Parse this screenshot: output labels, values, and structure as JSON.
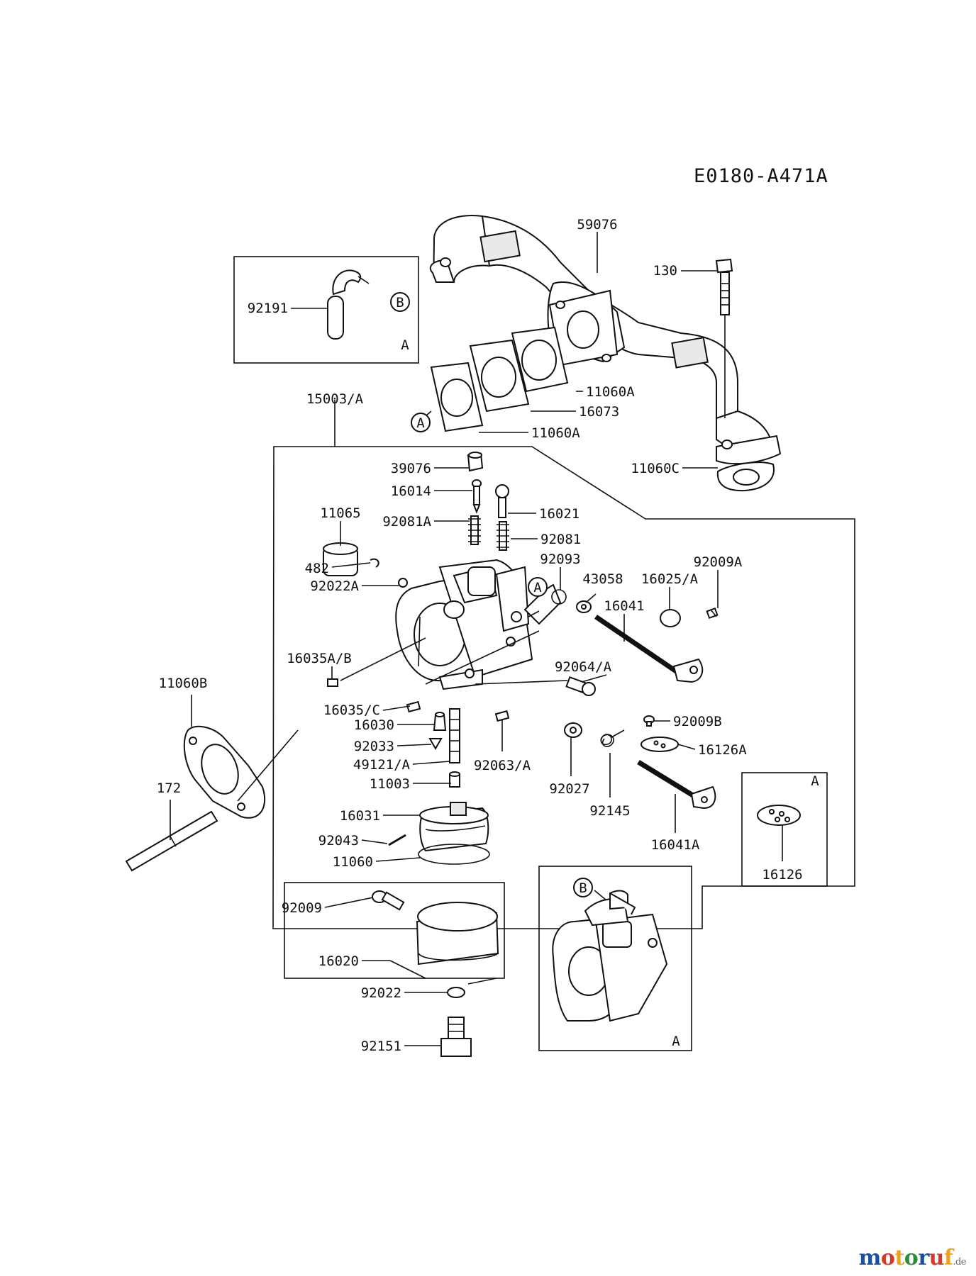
{
  "diagram_code": "E0180-A471A",
  "watermark": {
    "text": "motoruf",
    "suffix": ".de",
    "colors": [
      "#1f4e9c",
      "#d43a2a",
      "#f0a020",
      "#2e8b3a"
    ]
  },
  "parts": {
    "p59076": "59076",
    "p130": "130",
    "p92191": "92191",
    "p11060A_1": "11060A",
    "p16073": "16073",
    "p11060A_2": "11060A",
    "p15003A": "15003/A",
    "p11060C": "11060C",
    "p39076": "39076",
    "p16014": "16014",
    "p11065": "11065",
    "p16021": "16021",
    "p92081A": "92081A",
    "p92081": "92081",
    "p92093": "92093",
    "p482": "482",
    "p92009A": "92009A",
    "p43058": "43058",
    "p16025A": "16025/A",
    "p92022A": "92022A",
    "p16041": "16041",
    "p16035AB": "16035A/B",
    "p92064A": "92064/A",
    "p11060B": "11060B",
    "p16035C": "16035/C",
    "p16030": "16030",
    "p92009B": "92009B",
    "p92033": "92033",
    "p16126A": "16126A",
    "p49121A": "49121/A",
    "p92063A": "92063/A",
    "p92027": "92027",
    "p11003": "11003",
    "p92145": "92145",
    "p172": "172",
    "p16031": "16031",
    "p16041A": "16041A",
    "p92043": "92043",
    "p11060": "11060",
    "p16126": "16126",
    "p92009": "92009",
    "p16020": "16020",
    "p92022": "92022",
    "p92151": "92151"
  },
  "callouts": {
    "A": "A",
    "B": "B"
  }
}
